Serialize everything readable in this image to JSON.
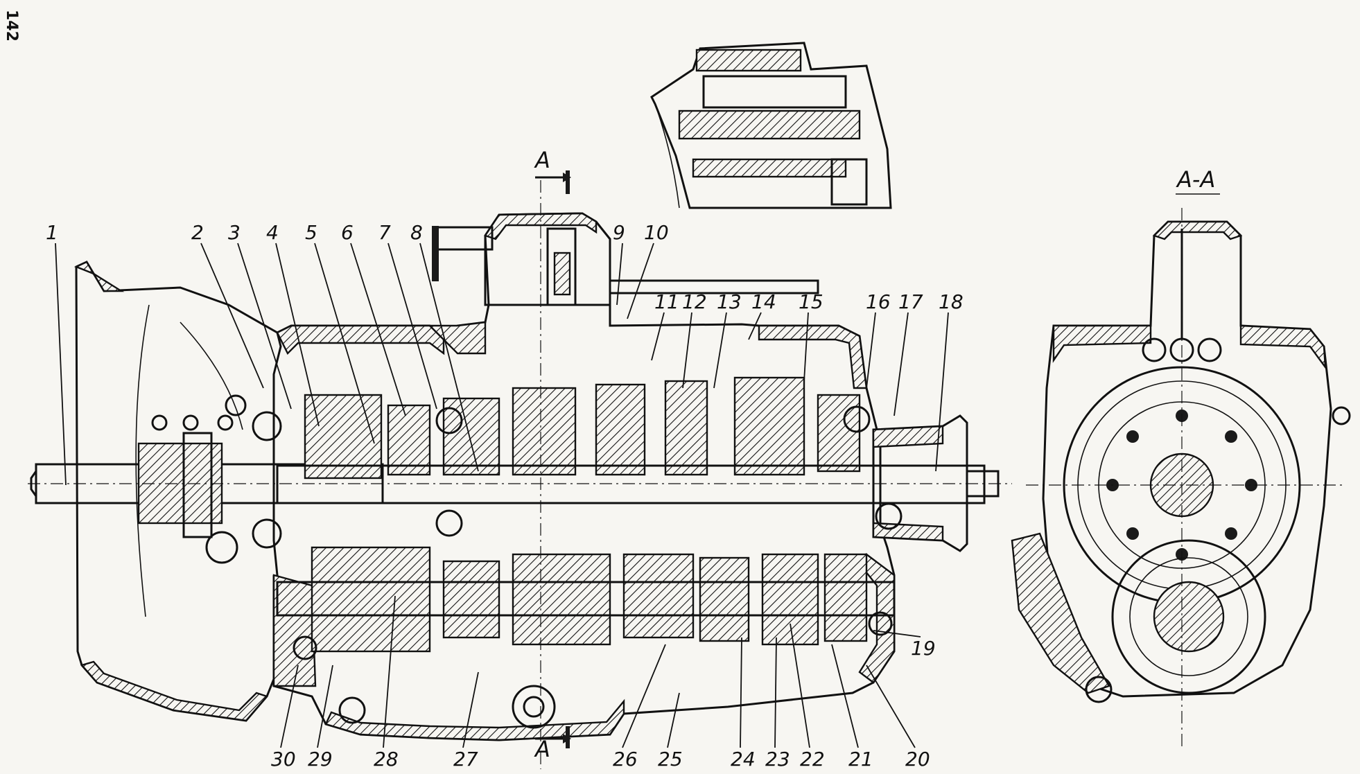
{
  "page_number": "142",
  "section_marks": {
    "a_top": "A",
    "a_bottom": "A",
    "section_title": "A-A"
  },
  "callouts": [
    {
      "id": "1",
      "label": "1"
    },
    {
      "id": "2",
      "label": "2"
    },
    {
      "id": "3",
      "label": "3"
    },
    {
      "id": "4",
      "label": "4"
    },
    {
      "id": "5",
      "label": "5"
    },
    {
      "id": "6",
      "label": "6"
    },
    {
      "id": "7",
      "label": "7"
    },
    {
      "id": "8",
      "label": "8"
    },
    {
      "id": "9",
      "label": "9"
    },
    {
      "id": "10",
      "label": "10"
    },
    {
      "id": "11",
      "label": "11"
    },
    {
      "id": "12",
      "label": "12"
    },
    {
      "id": "13",
      "label": "13"
    },
    {
      "id": "14",
      "label": "14"
    },
    {
      "id": "15",
      "label": "15"
    },
    {
      "id": "16",
      "label": "16"
    },
    {
      "id": "17",
      "label": "17"
    },
    {
      "id": "18",
      "label": "18"
    },
    {
      "id": "19",
      "label": "19"
    },
    {
      "id": "20",
      "label": "20"
    },
    {
      "id": "21",
      "label": "21"
    },
    {
      "id": "22",
      "label": "22"
    },
    {
      "id": "23",
      "label": "23"
    },
    {
      "id": "24",
      "label": "24"
    },
    {
      "id": "25",
      "label": "25"
    },
    {
      "id": "26",
      "label": "26"
    },
    {
      "id": "27",
      "label": "27"
    },
    {
      "id": "28",
      "label": "28"
    },
    {
      "id": "29",
      "label": "29"
    },
    {
      "id": "30",
      "label": "30"
    }
  ]
}
